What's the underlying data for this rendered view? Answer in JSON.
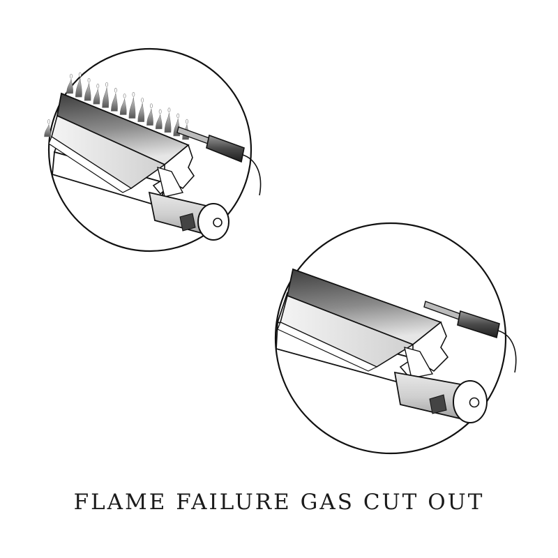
{
  "caption": "FLAME FAILURE GAS CUT OUT",
  "colors": {
    "outline": "#111111",
    "flame": "#777777",
    "flame_tip": "#bdbdbd",
    "ridge_dark": "#555555",
    "ridge_light": "#e0e0e0",
    "tube_light": "#f2f2f2",
    "tube_shade": "#c4c4c4",
    "probe": "#444444"
  },
  "views": [
    {
      "name": "burner-with-flame",
      "flame_lit": true
    },
    {
      "name": "burner-without-flame",
      "flame_lit": false
    }
  ]
}
